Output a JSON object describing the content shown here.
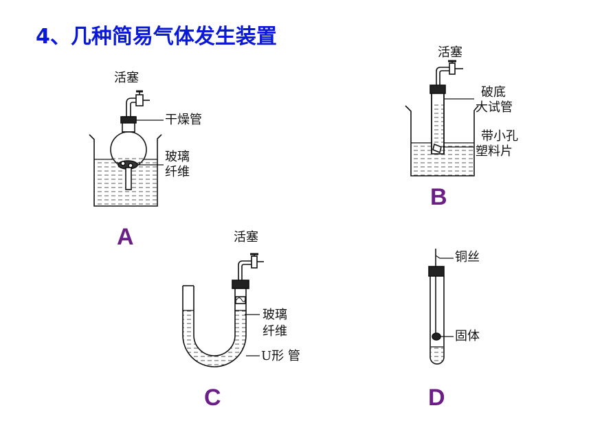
{
  "title": "4、几种简易气体发生装置",
  "apparatus": [
    {
      "letter": "A",
      "labels": {
        "stopcock": "活塞",
        "drying_tube": "干燥管",
        "glass_fiber_1": "玻璃",
        "glass_fiber_2": "纤维"
      }
    },
    {
      "letter": "B",
      "labels": {
        "stopcock": "活塞",
        "broken_tube_1": "破底",
        "broken_tube_2": "大试管",
        "plastic_sheet_1": "带小孔",
        "plastic_sheet_2": "塑料片"
      }
    },
    {
      "letter": "C",
      "labels": {
        "stopcock": "活塞",
        "glass_fiber_1": "玻璃",
        "glass_fiber_2": "纤维",
        "u_tube": "U形 管"
      }
    },
    {
      "letter": "D",
      "labels": {
        "copper_wire": "铜丝",
        "solid": "固体"
      }
    }
  ]
}
